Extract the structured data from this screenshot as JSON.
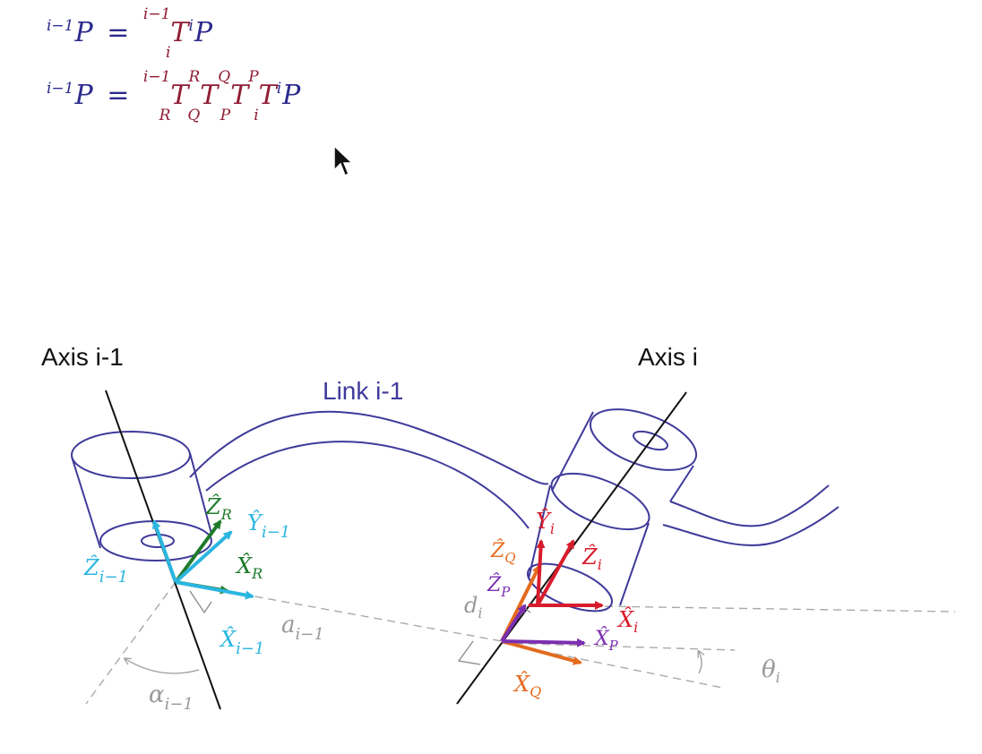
{
  "equations": {
    "eq1": {
      "lhs_pre": "i−1",
      "lhs_sym": "P",
      "eq": "=",
      "terms": [
        {
          "sup": "i−1",
          "sub": "i",
          "sym": "T"
        }
      ],
      "rhs_pre": "i",
      "rhs_sym": "P"
    },
    "eq2": {
      "lhs_pre": "i−1",
      "lhs_sym": "P",
      "eq": "=",
      "terms": [
        {
          "sup": "i−1",
          "sub": "R",
          "sym": "T"
        },
        {
          "sup": "R",
          "sub": "Q",
          "sym": "T"
        },
        {
          "sup": "Q",
          "sub": "P",
          "sym": "T"
        },
        {
          "sup": "P",
          "sub": "i",
          "sym": "T"
        }
      ],
      "rhs_pre": "i",
      "rhs_sym": "P"
    }
  },
  "diagram": {
    "axis_left_label": "Axis i-1",
    "axis_right_label": "Axis i",
    "link_label": "Link i-1",
    "a_label": {
      "base": "a",
      "sub": "i−1"
    },
    "alpha_label": {
      "base": "α",
      "sub": "i−1"
    },
    "d_label": {
      "base": "d",
      "sub": "i"
    },
    "theta_label": {
      "base": "θ",
      "sub": "i"
    },
    "frame_labels": {
      "z_r": {
        "base": "Ẑ",
        "sub": "R"
      },
      "y_im1": {
        "base": "Ŷ",
        "sub": "i−1"
      },
      "x_r": {
        "base": "X̂",
        "sub": "R"
      },
      "z_im1": {
        "base": "Ẑ",
        "sub": "i−1"
      },
      "x_im1": {
        "base": "X̂",
        "sub": "i−1"
      },
      "z_q": {
        "base": "Ẑ",
        "sub": "Q"
      },
      "y_i": {
        "base": "Ŷ",
        "sub": "i"
      },
      "z_i": {
        "base": "Ẑ",
        "sub": "i"
      },
      "z_p": {
        "base": "Ẑ",
        "sub": "P"
      },
      "x_i": {
        "base": "X̂",
        "sub": "i"
      },
      "x_p": {
        "base": "X̂",
        "sub": "P"
      },
      "x_q": {
        "base": "X̂",
        "sub": "Q"
      }
    },
    "colors": {
      "link": "#3f3a9a",
      "frame_r": "#1f7a2a",
      "frame_im1": "#2bb6e0",
      "frame_q": "#e46a1e",
      "frame_i": "#d81c2c",
      "frame_p": "#7b2fb0",
      "dim_gray": "#999999",
      "text_dark": "#111111"
    }
  }
}
